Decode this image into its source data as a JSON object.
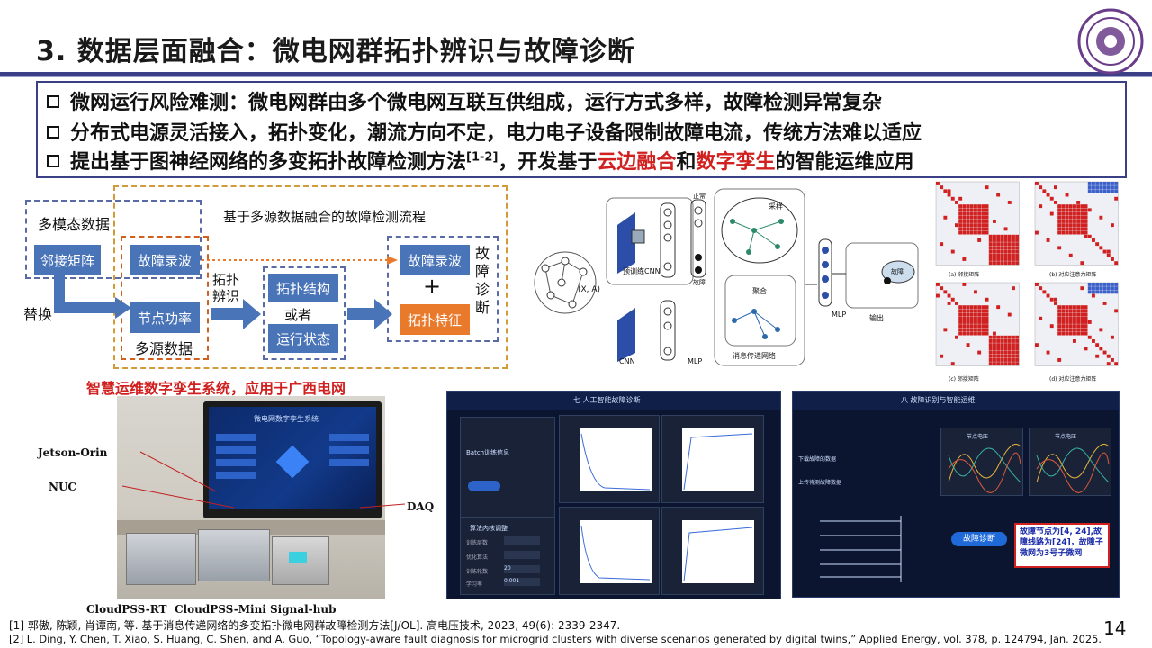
{
  "header": {
    "title": "3. 数据层面融合：微电网群拓扑辨识与故障诊断",
    "page_number": "14"
  },
  "bullets": [
    {
      "text": "微网运行风险难测：微电网群由多个微电网互联互供组成，运行方式多样，故障检测异常复杂"
    },
    {
      "text": "分布式电源灵活接入，拓扑变化，潮流方向不定，电力电子设备限制故障电流，传统方法难以适应"
    },
    {
      "pre": "提出基于图神经网络的多变拓扑故障检测方法",
      "sup": "[1-2]",
      "mid": "，开发基于",
      "hl1": "云边融合",
      "and": "和",
      "hl2": "数字孪生",
      "post": "的智能运维应用"
    }
  ],
  "flow": {
    "multimodal": "多模态数据",
    "adjacency": "邻接矩阵",
    "fault_record": "故障录波",
    "node_power": "节点功率",
    "multisource": "多源数据",
    "replace": "替换",
    "title": "基于多源数据融合的故障检测流程",
    "topo_id_1": "拓扑",
    "topo_id_2": "辨识",
    "topo_struct": "拓扑结构",
    "or": "或者",
    "run_state": "运行状态",
    "out_fault_record": "故障录波",
    "plus": "+",
    "topo_feature": "拓扑特征",
    "diag": [
      "故",
      "障",
      "诊",
      "断"
    ]
  },
  "network": {
    "normal": "正常",
    "fault": "故障",
    "pretrained": "预训练CNN",
    "xa": "(X, A)",
    "cnn": "CNN",
    "mlp1": "MLP",
    "sample": "采样",
    "aggregate": "聚合",
    "mpn": "消息传递网络",
    "mlp2": "MLP",
    "output": "输出",
    "fault_tag": "故障"
  },
  "heatmaps": {
    "captions": [
      "(a) 邻接矩阵",
      "(b) 对应注意力矩阵",
      "(c) 邻接矩阵",
      "(d) 对应注意力矩阵"
    ],
    "red": "#d0201f",
    "blue": "#3a5fc8"
  },
  "twin": {
    "caption": "智慧运维数字孪生系统，应用于广西电网",
    "screen_title": "微电网数字孪生系统",
    "labels": {
      "jetson": "Jetson-Orin",
      "nuc": "NUC",
      "daq": "DAQ",
      "rt": "CloudPSS-RT",
      "mini": "CloudPSS-Mini",
      "hub": "Signal-hub"
    }
  },
  "dashboard1": {
    "title": "七 人工智能故障诊断",
    "batch": "Batch训练信息",
    "algo": "算法内核调整",
    "fields": [
      "训练层数",
      "优化算法",
      "训练轮数",
      "学习率"
    ],
    "values": [
      "",
      "",
      "20",
      "0.001"
    ]
  },
  "dashboard2": {
    "title": "八 故障识别与智能运维",
    "fault_btn": "故障诊断",
    "result": "故障节点为[4, 24],故障线路为[24]，故障子微网为3号子微网",
    "labels": [
      "下载故障的数据",
      "上传待测故障数据"
    ],
    "plot_label": "节点电压"
  },
  "refs": [
    "[1] 郭傲, 陈颖, 肖谭南, 等. 基于消息传递网络的多变拓扑微电网群故障检测方法[J/OL]. 高电压技术, 2023, 49(6): 2339-2347.",
    "[2] L. Ding, Y. Chen, T. Xiao, S. Huang, C. Shen, and A. Guo, “Topology-aware fault diagnosis for microgrid clusters with diverse scenarios generated by digital twins,” Applied Energy, vol. 378, p. 124794, Jan. 2025."
  ],
  "colors": {
    "accent": "#3a3f86",
    "highlight": "#d0201f",
    "blue_box": "#4a74b8",
    "orange_box": "#e97a2c"
  }
}
